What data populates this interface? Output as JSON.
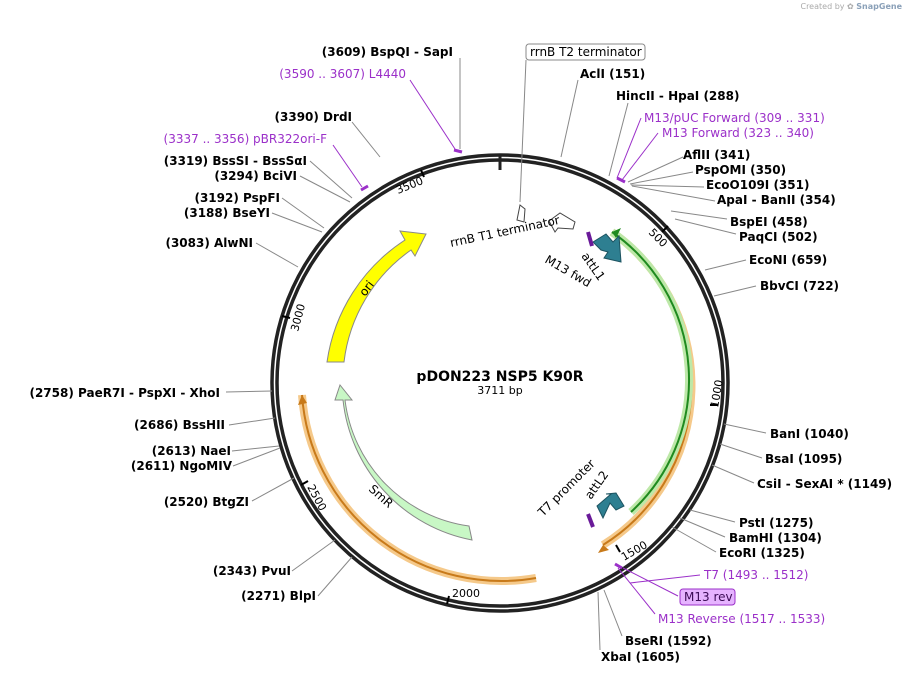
{
  "credit": {
    "prefix": "Created by",
    "brand": "SnapGene"
  },
  "plasmid": {
    "name": "pDON223 NSP5 K90R",
    "length": "3711 bp"
  },
  "ticks": [
    "500",
    "1000",
    "1500",
    "2000",
    "2500",
    "3000",
    "3500"
  ],
  "enzymes": [
    {
      "id": "bspqi",
      "text": "(3609)  BspQI  - SapI"
    },
    {
      "id": "drdi",
      "text": "(3390)  DrdI"
    },
    {
      "id": "bsssi",
      "text": "(3319)  BssSI  - BssSαI"
    },
    {
      "id": "bcivi",
      "text": "(3294)  BciVI"
    },
    {
      "id": "pspfi",
      "text": "(3192)  PspFI"
    },
    {
      "id": "bseyi",
      "text": "(3188)  BseYI"
    },
    {
      "id": "alwni",
      "text": "(3083)  AlwNI"
    },
    {
      "id": "paer7i",
      "text": "(2758)  PaeR7I  - PspXI  - XhoI"
    },
    {
      "id": "bsshii",
      "text": "(2686)  BssHII"
    },
    {
      "id": "naei",
      "text": "(2613)  NaeI"
    },
    {
      "id": "ngomiv",
      "text": "(2611)  NgoMIV"
    },
    {
      "id": "btgzi",
      "text": "(2520)  BtgZI"
    },
    {
      "id": "pvui",
      "text": "(2343)  PvuI"
    },
    {
      "id": "blpi",
      "text": "(2271)  BlpI"
    },
    {
      "id": "acli",
      "text": "AclI   (151)"
    },
    {
      "id": "hincii",
      "text": "HincII  - HpaI   (288)"
    },
    {
      "id": "aflii",
      "text": "AflII   (341)"
    },
    {
      "id": "pspomi",
      "text": "PspOMI   (350)"
    },
    {
      "id": "eco0109i",
      "text": "EcoO109I   (351)"
    },
    {
      "id": "apai",
      "text": "ApaI  - BanII   (354)"
    },
    {
      "id": "bspei",
      "text": "BspEI   (458)"
    },
    {
      "id": "paqci",
      "text": "PaqCI   (502)"
    },
    {
      "id": "econi",
      "text": "EcoNI   (659)"
    },
    {
      "id": "bbvci",
      "text": "BbvCI   (722)"
    },
    {
      "id": "bani",
      "text": "BanI   (1040)"
    },
    {
      "id": "bsai",
      "text": "BsaI   (1095)"
    },
    {
      "id": "csii",
      "text": "CsiI  - SexAI *   (1149)"
    },
    {
      "id": "psti",
      "text": "PstI   (1275)"
    },
    {
      "id": "bamhi",
      "text": "BamHI   (1304)"
    },
    {
      "id": "ecori",
      "text": "EcoRI   (1325)"
    },
    {
      "id": "bseri",
      "text": "BseRI   (1592)"
    },
    {
      "id": "xbai",
      "text": "XbaI   (1605)"
    }
  ],
  "primers": [
    {
      "id": "l4440",
      "text": "(3590 .. 3607)  L4440"
    },
    {
      "id": "pbr322ori",
      "text": "(3337 .. 3356)  pBR322ori-F"
    },
    {
      "id": "m13puc",
      "text": "M13/pUC Forward    (309 .. 331)"
    },
    {
      "id": "m13fwd",
      "text": "M13 Forward    (323 .. 340)"
    },
    {
      "id": "t7",
      "text": "T7    (1493 .. 1512)"
    },
    {
      "id": "m13rev",
      "text": "M13 rev"
    },
    {
      "id": "m13reverse",
      "text": "M13 Reverse    (1517 .. 1533)"
    }
  ],
  "features": {
    "rrnb_t2": "rrnB T2 terminator",
    "rrnb_t1": "rrnB T1 terminator",
    "m13_fwd": "M13 fwd",
    "attl1": "attL1",
    "t7_promoter": "T7 promoter",
    "attl2": "attL2",
    "ori": "ori",
    "smr": "SmR"
  },
  "colors": {
    "ori": "#ffff00",
    "smr": "#c8f7c5",
    "att": "#2e7f91",
    "orf_orange": "#f0a030",
    "orf_green": "#2e9e2e",
    "primer": "#9b30c9",
    "primer_highlight": "#e6b3ff"
  }
}
